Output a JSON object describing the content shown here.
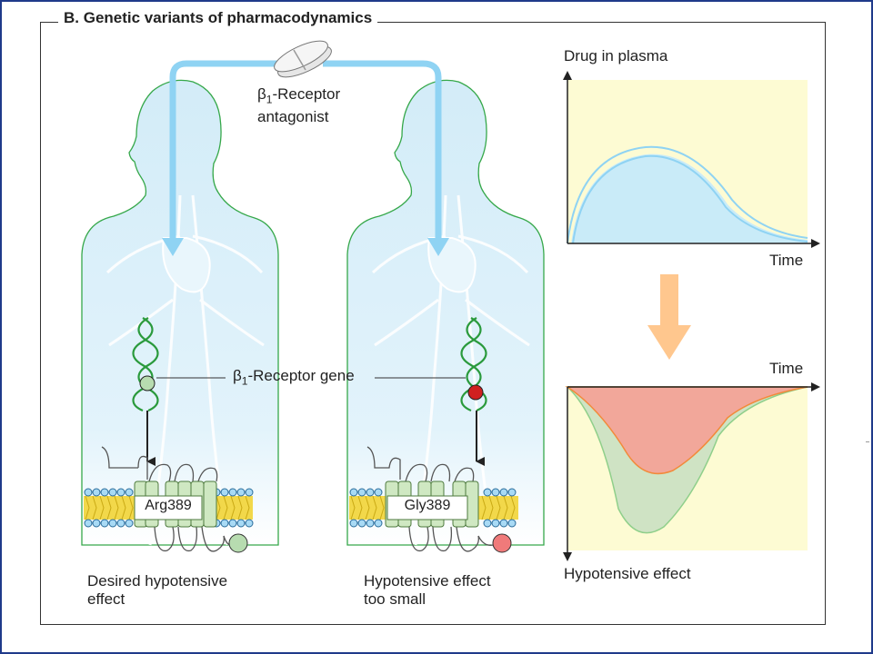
{
  "panel_title": "B. Genetic variants of pharmacodynamics",
  "drug": {
    "symbol": "β",
    "subscript": "1",
    "line1_rest": "-Receptor",
    "line2": "antagonist"
  },
  "gene_label": {
    "symbol": "β",
    "subscript": "1",
    "rest": "-Receptor gene"
  },
  "left_person": {
    "variant": "Arg389",
    "caption_line1": "Desired hypotensive",
    "caption_line2": "effect",
    "snp_color": "#b7dcb0"
  },
  "right_person": {
    "variant": "Gly389",
    "caption_line1": "Hypotensive effect",
    "caption_line2": "too small",
    "snp_color": "#d02020"
  },
  "plasma_chart": {
    "ylabel": "Drug in plasma",
    "xlabel": "Time"
  },
  "effect_chart": {
    "xlabel": "Time",
    "ylabel": "Hypotensive effect",
    "colors": {
      "small_effect": "#f2a79a",
      "desired_effect": "#cfe3c4"
    }
  },
  "colors": {
    "body_fill": "#dcf0fa",
    "body_outline": "#36a84a",
    "arrow_blue": "#8fd3f3",
    "arrow_orange": "#ffc78e",
    "chart_bg": "#fdfbd3",
    "plasma_fill": "#c9ebf8"
  }
}
